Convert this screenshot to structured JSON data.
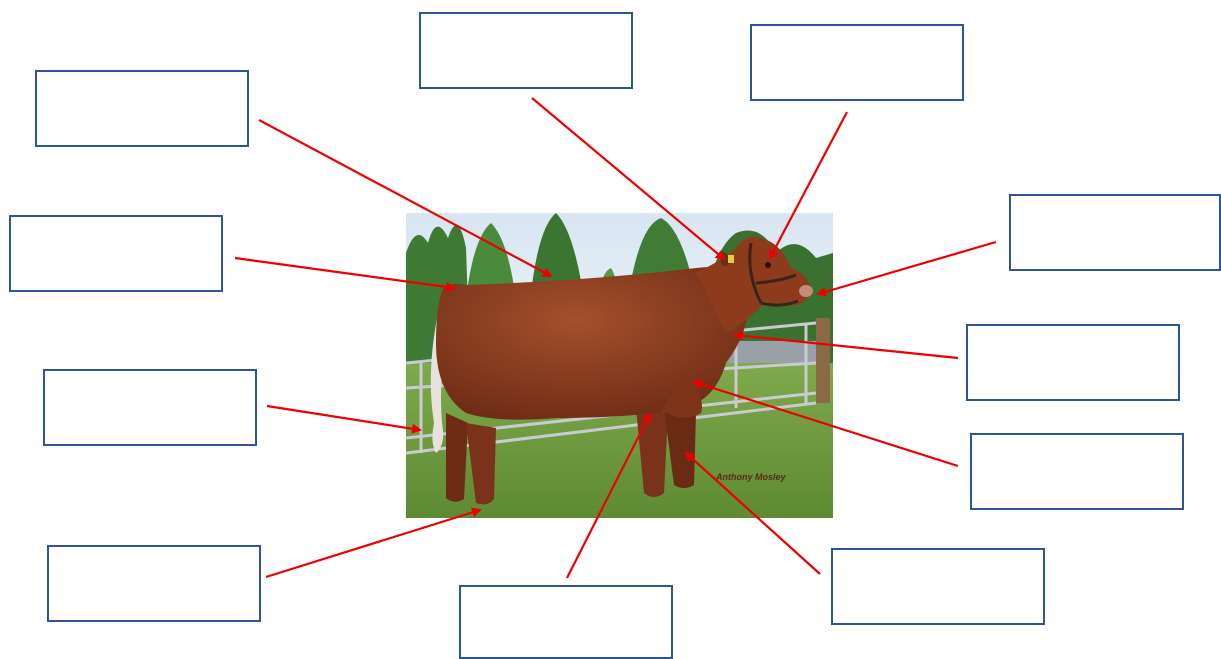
{
  "diagram": {
    "photo": {
      "credit": "Anthony Mosley"
    },
    "label_boxes": [
      {
        "id": "box-top-left",
        "text": ""
      },
      {
        "id": "box-top-center",
        "text": ""
      },
      {
        "id": "box-top-right",
        "text": ""
      },
      {
        "id": "box-left-upper",
        "text": ""
      },
      {
        "id": "box-right-upper",
        "text": ""
      },
      {
        "id": "box-left-middle",
        "text": ""
      },
      {
        "id": "box-right-middle",
        "text": ""
      },
      {
        "id": "box-right-lower",
        "text": ""
      },
      {
        "id": "box-left-bottom",
        "text": ""
      },
      {
        "id": "box-bottom-center",
        "text": ""
      },
      {
        "id": "box-bottom-right",
        "text": ""
      }
    ],
    "colors": {
      "box_border": "#2f5597",
      "arrow": "#ee0000",
      "cow": "#8a3a1e"
    }
  }
}
